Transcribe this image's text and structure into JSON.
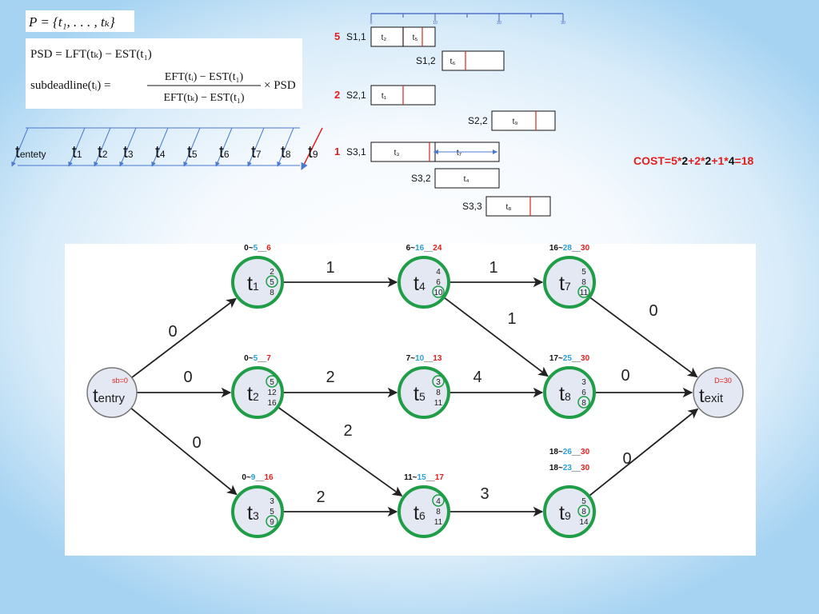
{
  "formulas": {
    "p_set": "P = {t₁, . . . , tₖ}",
    "psd": "PSD = LFT(tₖ) − EST(t₁)",
    "subdeadline_lhs": "subdeadline(tᵢ) =",
    "numerator": "EFT(tᵢ) − EST(t₁)",
    "denominator": "EFT(tₖ) − EST(t₁)",
    "rhs": "× PSD"
  },
  "sequence": {
    "items": [
      {
        "letter": "t",
        "sub": "entety"
      },
      {
        "letter": "t",
        "sub": "1"
      },
      {
        "letter": "t",
        "sub": "2"
      },
      {
        "letter": "t",
        "sub": "3"
      },
      {
        "letter": "t",
        "sub": "4"
      },
      {
        "letter": "t",
        "sub": "5"
      },
      {
        "letter": "t",
        "sub": "6"
      },
      {
        "letter": "t",
        "sub": "7"
      },
      {
        "letter": "t",
        "sub": "8"
      },
      {
        "letter": "t",
        "sub": "9"
      }
    ]
  },
  "timeline": {
    "ticks": [
      "0",
      "10",
      "20",
      "30"
    ]
  },
  "services": [
    {
      "price": "5",
      "label": "S1,1",
      "tasks": [
        "t₂",
        "t₅"
      ]
    },
    {
      "price": "",
      "label": "S1,2",
      "tasks": [
        "t₆"
      ]
    },
    {
      "price": "2",
      "label": "S2,1",
      "tasks": [
        "t₁"
      ]
    },
    {
      "price": "",
      "label": "S2,2",
      "tasks": [
        "t₉"
      ]
    },
    {
      "price": "1",
      "label": "S3,1",
      "tasks": [
        "t₃",
        "t₇"
      ]
    },
    {
      "price": "",
      "label": "S3,2",
      "tasks": [
        "t₄"
      ]
    },
    {
      "price": "",
      "label": "S3,3",
      "tasks": [
        "t₈"
      ]
    }
  ],
  "cost": {
    "parts": [
      "COST=5*",
      "2",
      "+2*",
      "2",
      "+1*",
      "4",
      "=18"
    ]
  },
  "graph": {
    "entry": {
      "letter": "t",
      "sub": "entry",
      "note": "sb=0"
    },
    "exit": {
      "letter": "t",
      "sub": "exit",
      "note": "D=30"
    },
    "nodes": [
      {
        "id": "t1",
        "letter": "t",
        "sub": "1",
        "a": "0",
        "b": "5",
        "c": "6",
        "opts": [
          "2",
          "5",
          "8"
        ],
        "sel": 1
      },
      {
        "id": "t2",
        "letter": "t",
        "sub": "2",
        "a": "0",
        "b": "5",
        "c": "7",
        "opts": [
          "5",
          "12",
          "16"
        ],
        "sel": 0
      },
      {
        "id": "t3",
        "letter": "t",
        "sub": "3",
        "a": "0",
        "b": "9",
        "c": "16",
        "opts": [
          "3",
          "5",
          "9"
        ],
        "sel": 2
      },
      {
        "id": "t4",
        "letter": "t",
        "sub": "4",
        "a": "6",
        "b": "16",
        "c": "24",
        "opts": [
          "4",
          "6",
          "10"
        ],
        "sel": 2
      },
      {
        "id": "t5",
        "letter": "t",
        "sub": "5",
        "a": "7",
        "b": "10",
        "c": "13",
        "opts": [
          "3",
          "8",
          "11"
        ],
        "sel": 0
      },
      {
        "id": "t6",
        "letter": "t",
        "sub": "6",
        "a": "11",
        "b": "15",
        "c": "17",
        "opts": [
          "4",
          "8",
          "11"
        ],
        "sel": 0
      },
      {
        "id": "t7",
        "letter": "t",
        "sub": "7",
        "a": "16",
        "b": "28",
        "c": "30",
        "opts": [
          "5",
          "8",
          "11"
        ],
        "sel": 2
      },
      {
        "id": "t8",
        "letter": "t",
        "sub": "8",
        "a": "17",
        "b": "25",
        "c": "30",
        "opts": [
          "3",
          "6",
          "8"
        ],
        "sel": 2
      },
      {
        "id": "t9",
        "letter": "t",
        "sub": "9",
        "a": "18",
        "b": "23",
        "c": "30",
        "a2": "18",
        "b2": "26",
        "c2": "30",
        "opts": [
          "5",
          "8",
          "14"
        ],
        "sel": 1
      }
    ],
    "edges": [
      {
        "from": "entry",
        "to": "t1",
        "w": "0"
      },
      {
        "from": "entry",
        "to": "t2",
        "w": "0"
      },
      {
        "from": "entry",
        "to": "t3",
        "w": "0"
      },
      {
        "from": "t1",
        "to": "t4",
        "w": "1"
      },
      {
        "from": "t2",
        "to": "t5",
        "w": "2"
      },
      {
        "from": "t2",
        "to": "t6",
        "w": "2"
      },
      {
        "from": "t3",
        "to": "t6",
        "w": "2"
      },
      {
        "from": "t4",
        "to": "t7",
        "w": "1"
      },
      {
        "from": "t4",
        "to": "t8",
        "w": "1"
      },
      {
        "from": "t5",
        "to": "t8",
        "w": "4"
      },
      {
        "from": "t6",
        "to": "t9",
        "w": "3"
      },
      {
        "from": "t7",
        "to": "exit",
        "w": "0"
      },
      {
        "from": "t8",
        "to": "exit",
        "w": "0"
      },
      {
        "from": "t9",
        "to": "exit",
        "w": "0"
      }
    ]
  },
  "colors": {
    "green": "#1f9e47",
    "node_fill": "#e4e8f2",
    "red": "#e0201e",
    "blue": "#2aa0d8",
    "arrow_blue": "#4a78d2"
  }
}
